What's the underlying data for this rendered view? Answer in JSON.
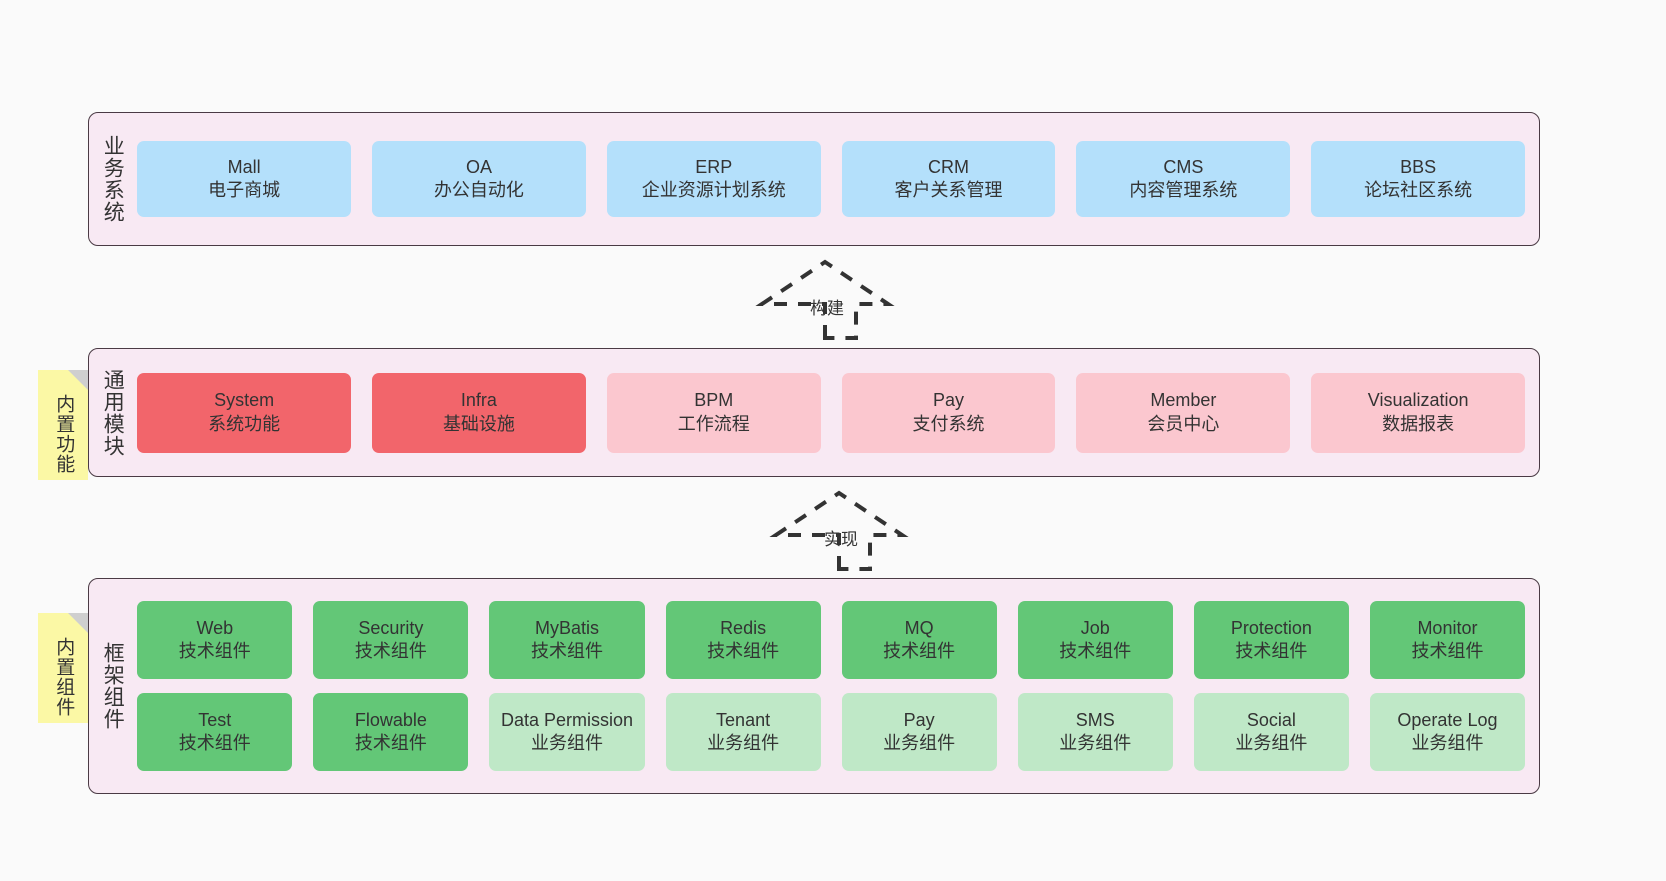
{
  "diagram": {
    "background": "#fafafa",
    "layer_fill": "#f8e9f3",
    "layer_border": "#4a3a44",
    "note_fill": "#fbf8a5",
    "colors": {
      "business": "#b4e0fb",
      "module_primary": "#f2656b",
      "module_secondary": "#fbc7cf",
      "tech_component": "#63c777",
      "biz_component": "#bfe8c7"
    }
  },
  "layers": [
    {
      "id": "business-systems",
      "title": "业务系统",
      "rows": [
        [
          {
            "en": "Mall",
            "cn": "电子商城",
            "color": "blue"
          },
          {
            "en": "OA",
            "cn": "办公自动化",
            "color": "blue"
          },
          {
            "en": "ERP",
            "cn": "企业资源计划系统",
            "color": "blue"
          },
          {
            "en": "CRM",
            "cn": "客户关系管理",
            "color": "blue"
          },
          {
            "en": "CMS",
            "cn": "内容管理系统",
            "color": "blue"
          },
          {
            "en": "BBS",
            "cn": "论坛社区系统",
            "color": "blue"
          }
        ]
      ]
    },
    {
      "id": "common-modules",
      "title": "通用模块",
      "note": "内置功能",
      "rows": [
        [
          {
            "en": "System",
            "cn": "系统功能",
            "color": "red"
          },
          {
            "en": "Infra",
            "cn": "基础设施",
            "color": "red"
          },
          {
            "en": "BPM",
            "cn": "工作流程",
            "color": "pink"
          },
          {
            "en": "Pay",
            "cn": "支付系统",
            "color": "pink"
          },
          {
            "en": "Member",
            "cn": "会员中心",
            "color": "pink"
          },
          {
            "en": "Visualization",
            "cn": "数据报表",
            "color": "pink"
          }
        ]
      ]
    },
    {
      "id": "framework-components",
      "title": "框架组件",
      "note": "内置组件",
      "rows": [
        [
          {
            "en": "Web",
            "cn": "技术组件",
            "color": "green"
          },
          {
            "en": "Security",
            "cn": "技术组件",
            "color": "green"
          },
          {
            "en": "MyBatis",
            "cn": "技术组件",
            "color": "green"
          },
          {
            "en": "Redis",
            "cn": "技术组件",
            "color": "green"
          },
          {
            "en": "MQ",
            "cn": "技术组件",
            "color": "green"
          },
          {
            "en": "Job",
            "cn": "技术组件",
            "color": "green"
          },
          {
            "en": "Protection",
            "cn": "技术组件",
            "color": "green"
          },
          {
            "en": "Monitor",
            "cn": "技术组件",
            "color": "green"
          }
        ],
        [
          {
            "en": "Test",
            "cn": "技术组件",
            "color": "green"
          },
          {
            "en": "Flowable",
            "cn": "技术组件",
            "color": "green"
          },
          {
            "en": "Data Permission",
            "cn": "业务组件",
            "color": "lightgreen"
          },
          {
            "en": "Tenant",
            "cn": "业务组件",
            "color": "lightgreen"
          },
          {
            "en": "Pay",
            "cn": "业务组件",
            "color": "lightgreen"
          },
          {
            "en": "SMS",
            "cn": "业务组件",
            "color": "lightgreen"
          },
          {
            "en": "Social",
            "cn": "业务组件",
            "color": "lightgreen"
          },
          {
            "en": "Operate Log",
            "cn": "业务组件",
            "color": "lightgreen"
          }
        ]
      ]
    }
  ],
  "connectors": [
    {
      "id": "build",
      "label": "构建"
    },
    {
      "id": "implement",
      "label": "实现"
    }
  ]
}
